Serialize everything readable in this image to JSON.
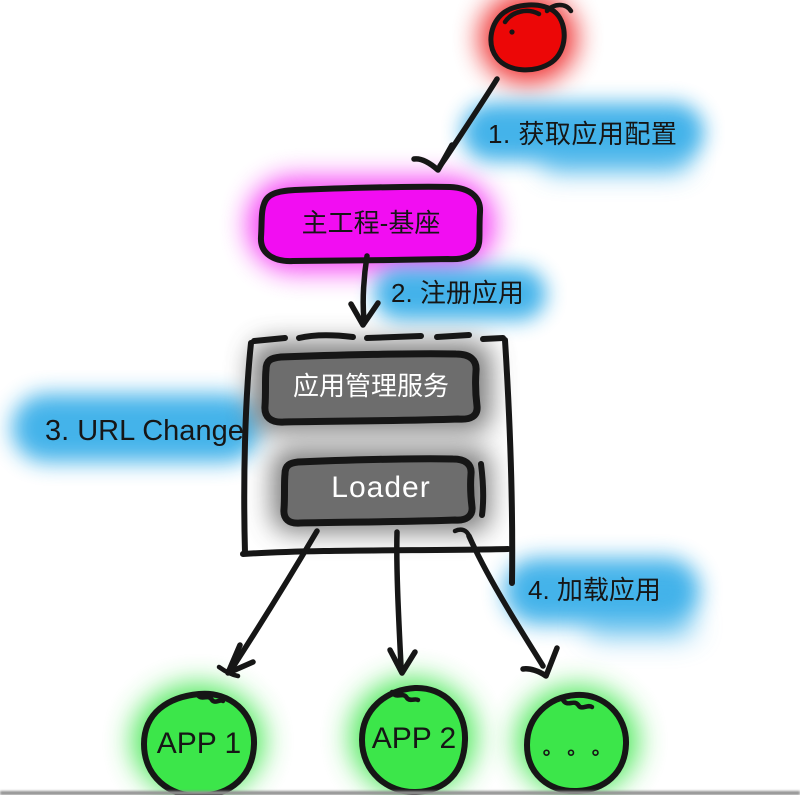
{
  "labels": {
    "step1": "1. 获取应用配置",
    "step2": "2. 注册应用",
    "step3": "3. URL Change",
    "step4": "4. 加载应用"
  },
  "nodes": {
    "main_base": "主工程-基座",
    "app_manager": "应用管理服务",
    "loader": "Loader",
    "app1": "APP 1",
    "app2": "APP 2",
    "more_apps": "∘∘∘"
  },
  "colors": {
    "ink": "#161616",
    "red": "#ec0707",
    "magenta": "#f20df2",
    "blue_highlight": "#3aafe9",
    "gray_fill": "#6d6d6d",
    "gray_glow": "#5e5e5e",
    "green": "#3ce64a",
    "bottom_line": "#929292"
  }
}
